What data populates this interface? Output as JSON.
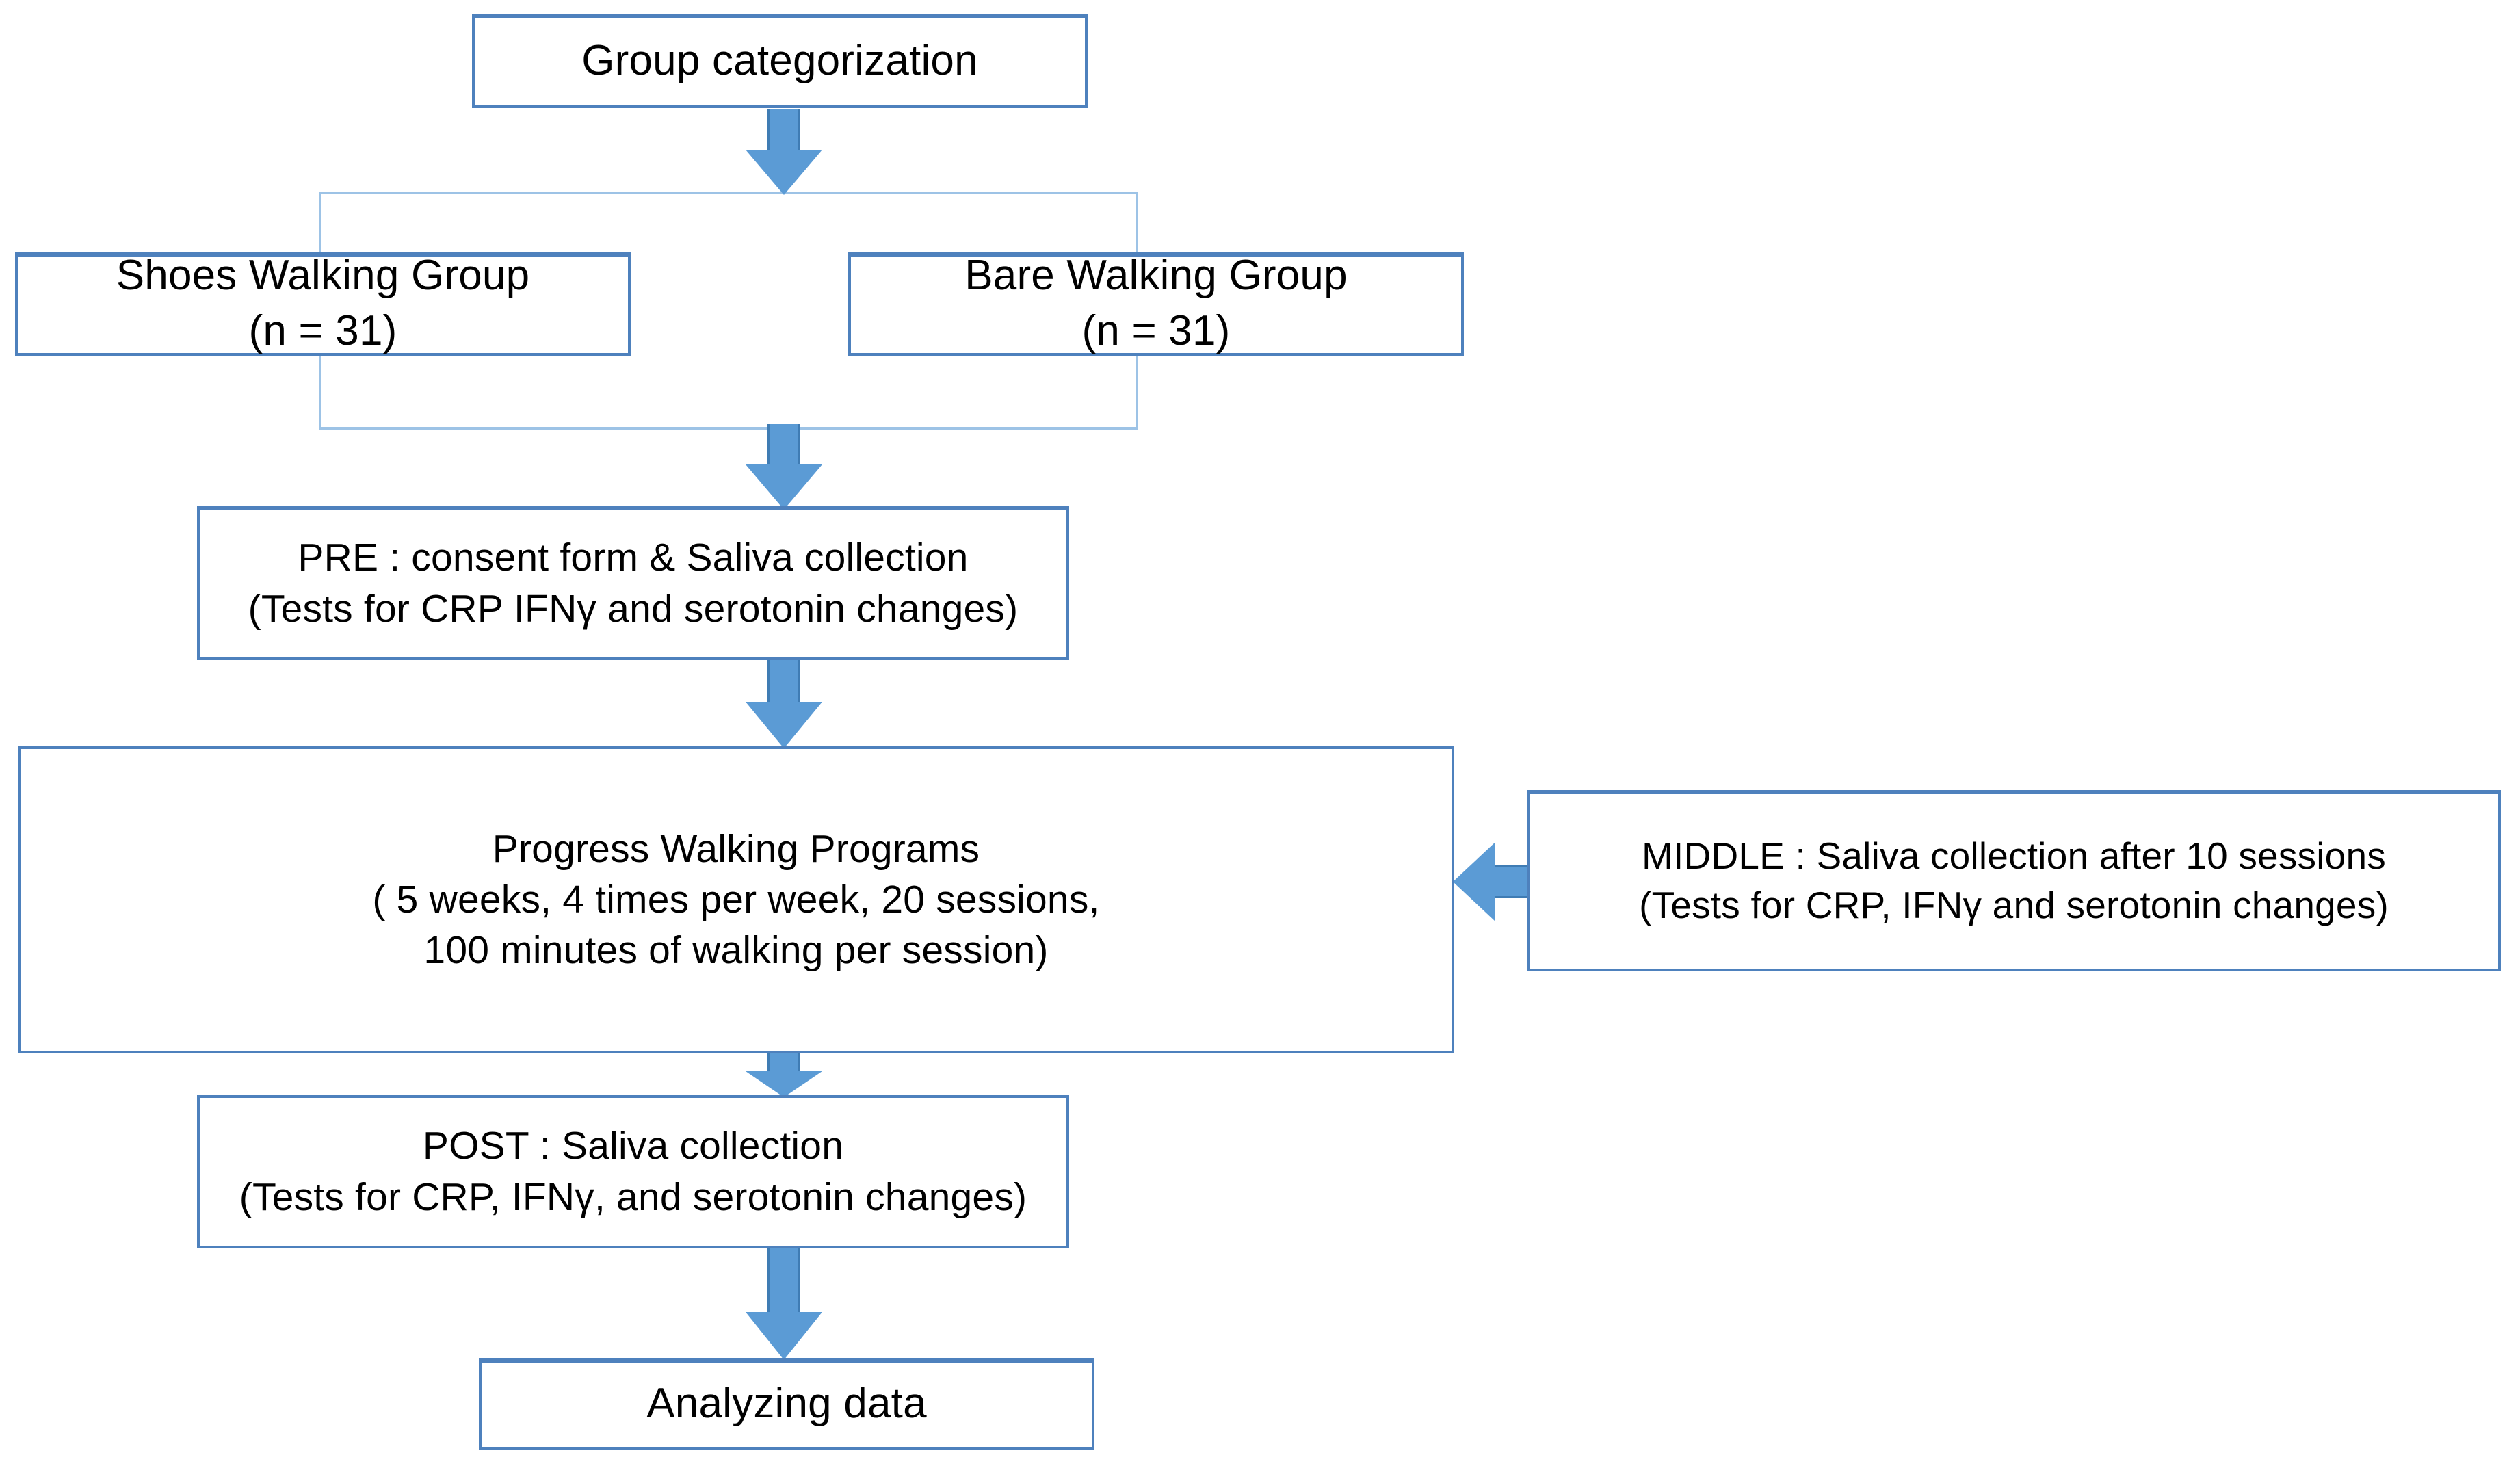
{
  "diagram": {
    "title": "Study protocol flowchart",
    "type": "flowchart",
    "colors": {
      "box_border": "#4e81bd",
      "box_fill": "#ffffff",
      "arrow_fill": "#5b9bd5",
      "arrow_outline": "#3f7cb4",
      "bracket_line": "#9dc3e6",
      "text": "#000000"
    },
    "nodes": {
      "group_categorization": {
        "id": "group-categorization",
        "lines": [
          "Group categorization"
        ]
      },
      "shoes_group": {
        "id": "shoes-walking-group",
        "lines": [
          "Shoes Walking Group",
          "(n = 31)"
        ]
      },
      "bare_group": {
        "id": "bare-walking-group",
        "lines": [
          "Bare Walking Group",
          "(n = 31)"
        ]
      },
      "pre": {
        "id": "pre-stage",
        "lines": [
          "PRE : consent form & Saliva collection",
          "(Tests for CRP IFNγ and serotonin changes)"
        ]
      },
      "progress": {
        "id": "progress-walking-programs",
        "lines": [
          "Progress  Walking Programs",
          "( 5 weeks, 4 times per week, 20 sessions,",
          "100 minutes of walking per session)"
        ]
      },
      "middle": {
        "id": "middle-stage",
        "lines": [
          "MIDDLE : Saliva collection after 10 sessions",
          "(Tests for CRP, IFNγ and serotonin changes)"
        ]
      },
      "post": {
        "id": "post-stage",
        "lines": [
          "POST : Saliva collection",
          "(Tests for CRP, IFNγ, and serotonin changes)"
        ]
      },
      "analyzing": {
        "id": "analyzing-data",
        "lines": [
          "Analyzing data"
        ]
      }
    },
    "connectors": [
      {
        "id": "categorization-to-split",
        "from": "group_categorization",
        "to": "split-bracket",
        "direction": "down"
      },
      {
        "id": "split-to-pre",
        "from": "split-bracket",
        "to": "pre",
        "direction": "down"
      },
      {
        "id": "pre-to-progress",
        "from": "pre",
        "to": "progress",
        "direction": "down"
      },
      {
        "id": "middle-to-progress",
        "from": "middle",
        "to": "progress",
        "direction": "left"
      },
      {
        "id": "progress-to-post",
        "from": "progress",
        "to": "post",
        "direction": "down"
      },
      {
        "id": "post-to-analyzing",
        "from": "post",
        "to": "analyzing",
        "direction": "down"
      }
    ]
  }
}
